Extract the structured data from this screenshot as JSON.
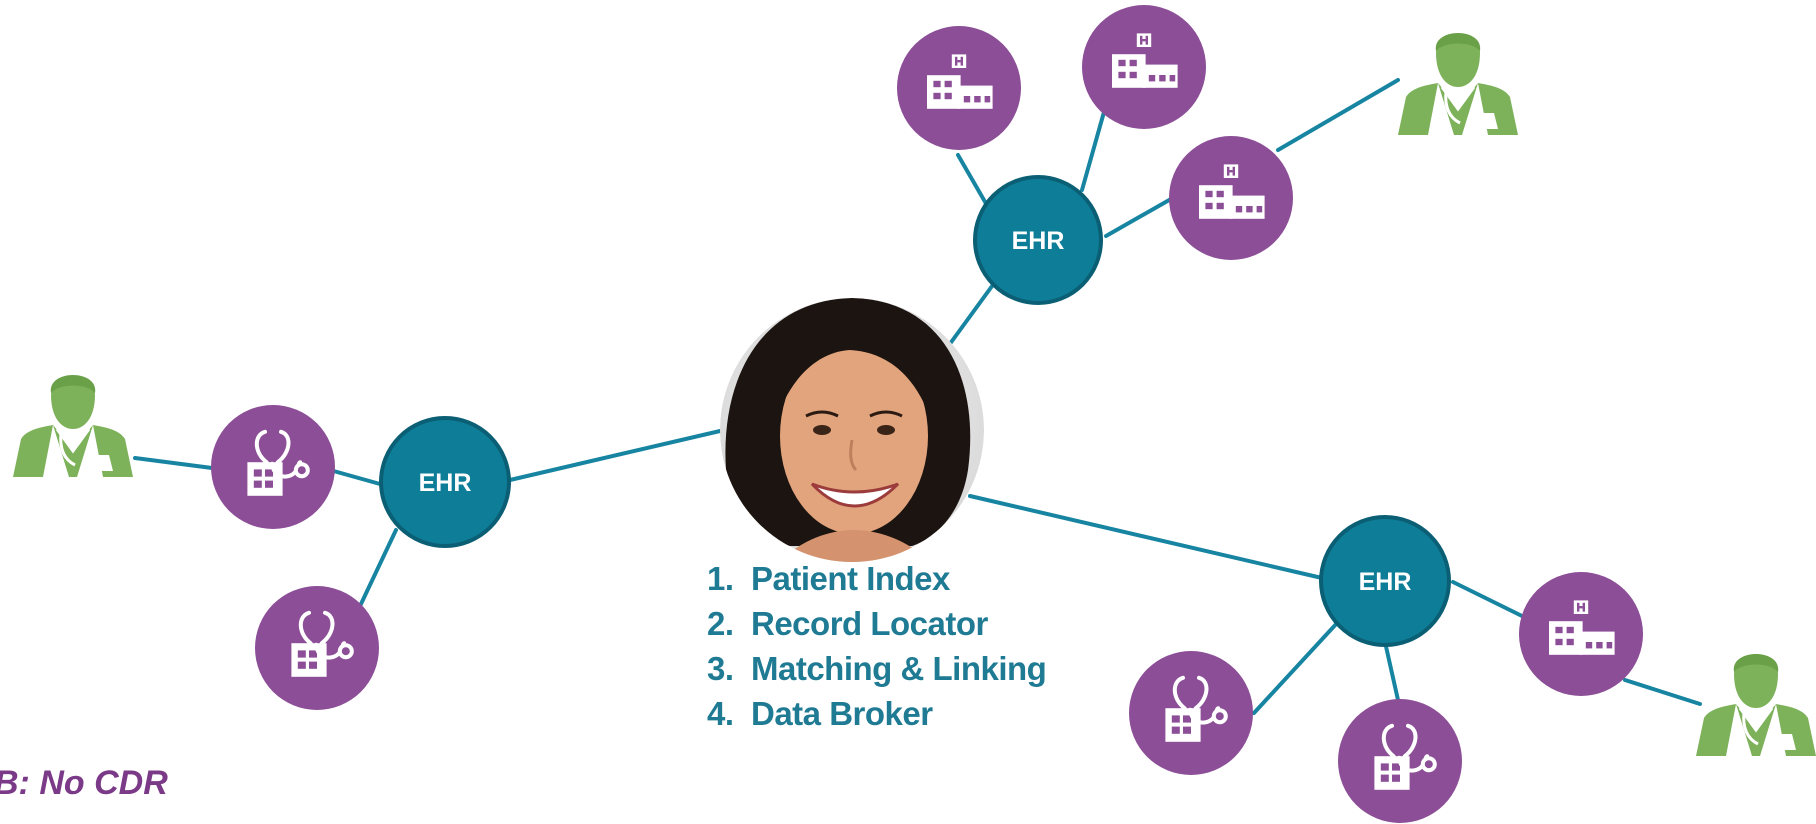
{
  "diagram": {
    "ehr_label": "EHR",
    "patient_photo": "smiling-woman-photo",
    "steps": [
      {
        "num": "1.",
        "text": "Patient Index"
      },
      {
        "num": "2.",
        "text": "Record Locator"
      },
      {
        "num": "3.",
        "text": "Matching & Linking"
      },
      {
        "num": "4.",
        "text": "Data Broker"
      }
    ],
    "footnote": "B: No CDR",
    "icons": {
      "ehr_node": "ehr-node-icon",
      "hospital": "hospital-building-icon",
      "clinic": "clinic-stethoscope-icon",
      "doctor": "doctor-icon"
    },
    "colors": {
      "ehr_teal": "#0e7d98",
      "ehr_border": "#0b5f74",
      "line": "#1785a1",
      "facility_purple": "#8c4e97",
      "doctor_green": "#7db25b",
      "text_teal": "#1f7a93",
      "footnote_purple": "#7b3a88"
    }
  }
}
